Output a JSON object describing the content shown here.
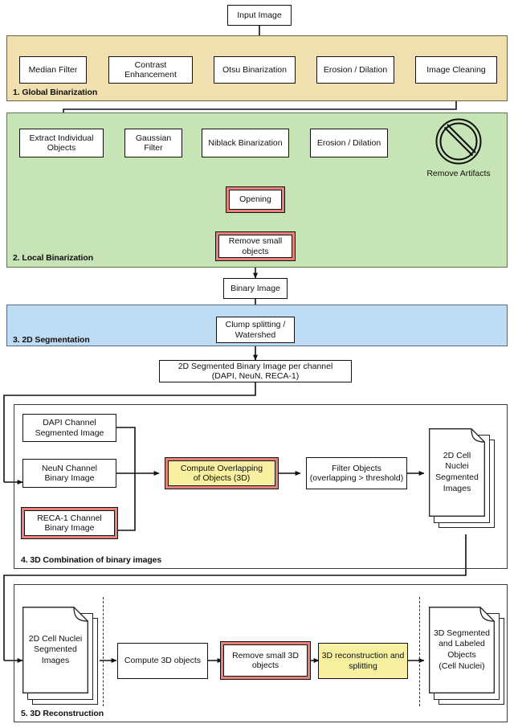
{
  "title": "Image processing pipeline for 2D/3D cell nuclei segmentation",
  "colors": {
    "section1_bg": "#f0dfaf",
    "section2_bg": "#c6e4b5",
    "section3_bg": "#bfdcf5",
    "highlight_red": "#e8817a",
    "highlight_yellow": "#f7f0a0",
    "box_bg": "#ffffff",
    "stroke": "#111111"
  },
  "entry": {
    "input_image": "Input Image"
  },
  "sections": [
    {
      "id": "s1",
      "label": "1. Global Binarization",
      "steps": [
        {
          "label": "Median Filter",
          "style": "plain"
        },
        {
          "label": "Contrast\nEnhancement",
          "style": "plain"
        },
        {
          "label": "Otsu Binarization",
          "style": "plain"
        },
        {
          "label": "Erosion / Dilation",
          "style": "plain"
        },
        {
          "label": "Image Cleaning",
          "style": "plain"
        }
      ]
    },
    {
      "id": "s2",
      "label": "2. Local Binarization",
      "steps": [
        {
          "label": "Extract Individual\nObjects",
          "style": "plain"
        },
        {
          "label": "Gaussian\nFilter",
          "style": "plain"
        },
        {
          "label": "Niblack Binarization",
          "style": "plain"
        },
        {
          "label": "Erosion / Dilation",
          "style": "plain"
        },
        {
          "label": "Opening",
          "style": "highlight-red"
        },
        {
          "label": "Remove small\nobjects",
          "style": "highlight-red"
        }
      ],
      "annotation": {
        "icon": "prohibition-icon",
        "caption": "Remove Artifacts"
      }
    },
    {
      "id": "s3",
      "label": "3. 2D Segmentation",
      "steps": [
        {
          "label": "Clump splitting /\nWatershed",
          "style": "plain"
        }
      ]
    },
    {
      "id": "s4",
      "label": "4. 3D Combination of binary images",
      "inputs": [
        {
          "label": "DAPI Channel\nSegmented Image",
          "style": "plain"
        },
        {
          "label": "NeuN Channel\nBinary Image",
          "style": "plain"
        },
        {
          "label": "RECA-1 Channel\nBinary Image",
          "style": "highlight-red"
        }
      ],
      "steps": [
        {
          "label": "Compute Overlapping\nof Objects (3D)",
          "style": "highlight-red-yellow"
        },
        {
          "label": "Filter Objects\n(overlapping > threshold)",
          "style": "plain"
        }
      ],
      "output_doc": {
        "label": "2D Cell Nuclei\nSegmented\nImages"
      }
    },
    {
      "id": "s5",
      "label": "5. 3D Reconstruction",
      "input_doc": {
        "label": "2D Cell Nuclei\nSegmented\nImages"
      },
      "steps": [
        {
          "label": "Compute 3D objects",
          "style": "plain"
        },
        {
          "label": "Remove small 3D\nobjects",
          "style": "highlight-red"
        },
        {
          "label": "3D reconstruction and\nsplitting",
          "style": "yellow"
        }
      ],
      "output_doc": {
        "label": "3D Segmented\nand Labeled\nObjects\n(Cell Nuclei)"
      }
    }
  ],
  "intermediates": {
    "binary_image": "Binary Image",
    "segmented_per_channel": "2D Segmented Binary Image per channel\n(DAPI, NeuN, RECA-1)"
  }
}
